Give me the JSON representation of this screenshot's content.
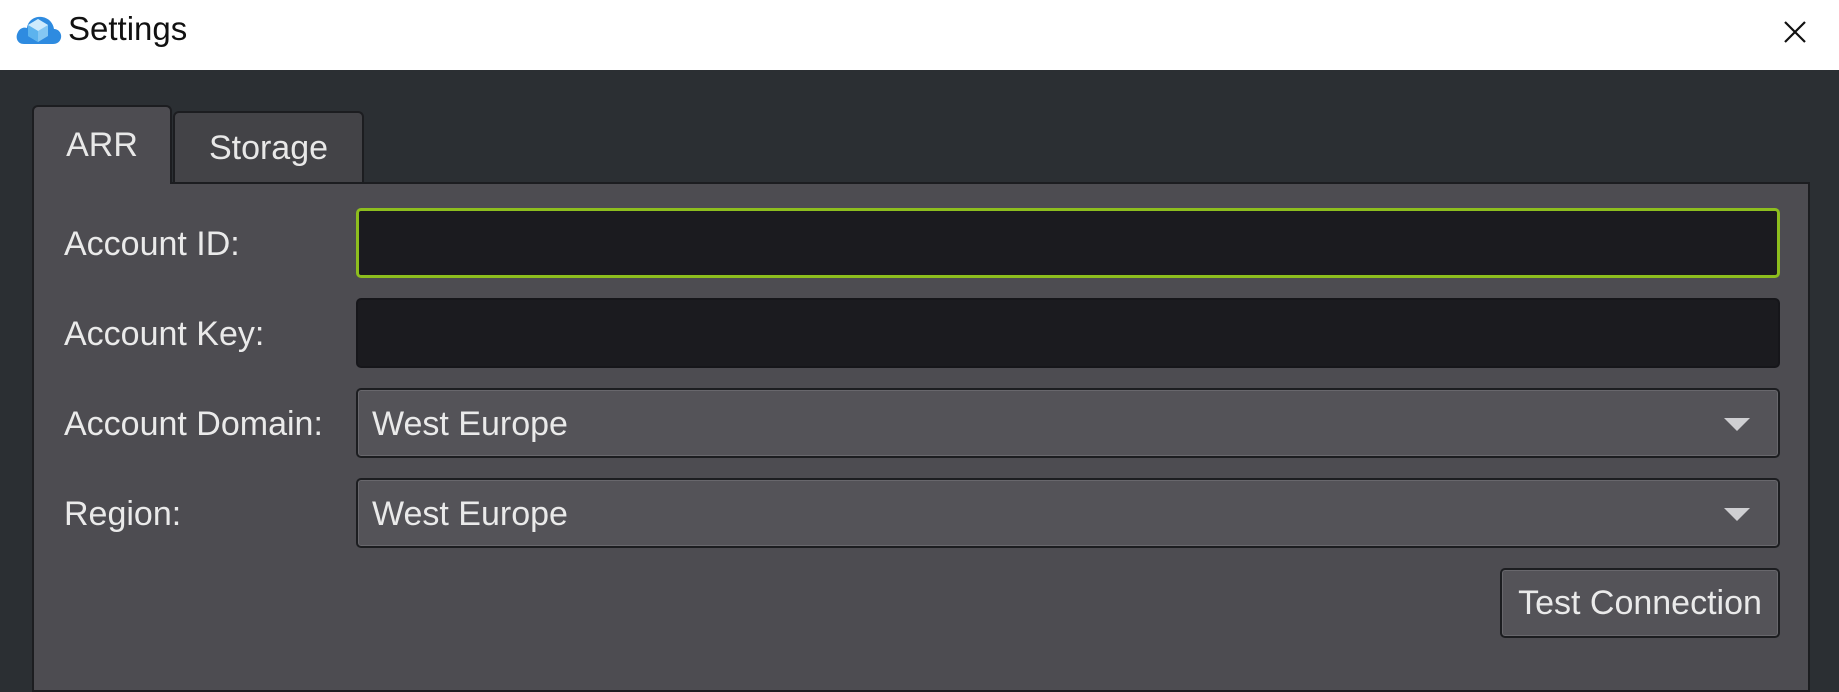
{
  "window": {
    "title": "Settings",
    "icon": "cloud-cube-icon",
    "close_icon": "close-icon"
  },
  "tabs": [
    {
      "label": "ARR",
      "active": true
    },
    {
      "label": "Storage",
      "active": false
    }
  ],
  "form": {
    "account_id": {
      "label": "Account ID:",
      "value": "",
      "focused": true
    },
    "account_key": {
      "label": "Account Key:",
      "value": ""
    },
    "account_domain": {
      "label": "Account Domain:",
      "selected": "West Europe"
    },
    "region": {
      "label": "Region:",
      "selected": "West Europe"
    },
    "test_button": "Test Connection"
  },
  "colors": {
    "title_bar": "#ffffff",
    "workspace": "#2b2f33",
    "panel": "#4d4c51",
    "input_bg": "#1b1b1f",
    "focus_accent": "#8dbe1e",
    "icon_blue": "#2e8be0"
  }
}
